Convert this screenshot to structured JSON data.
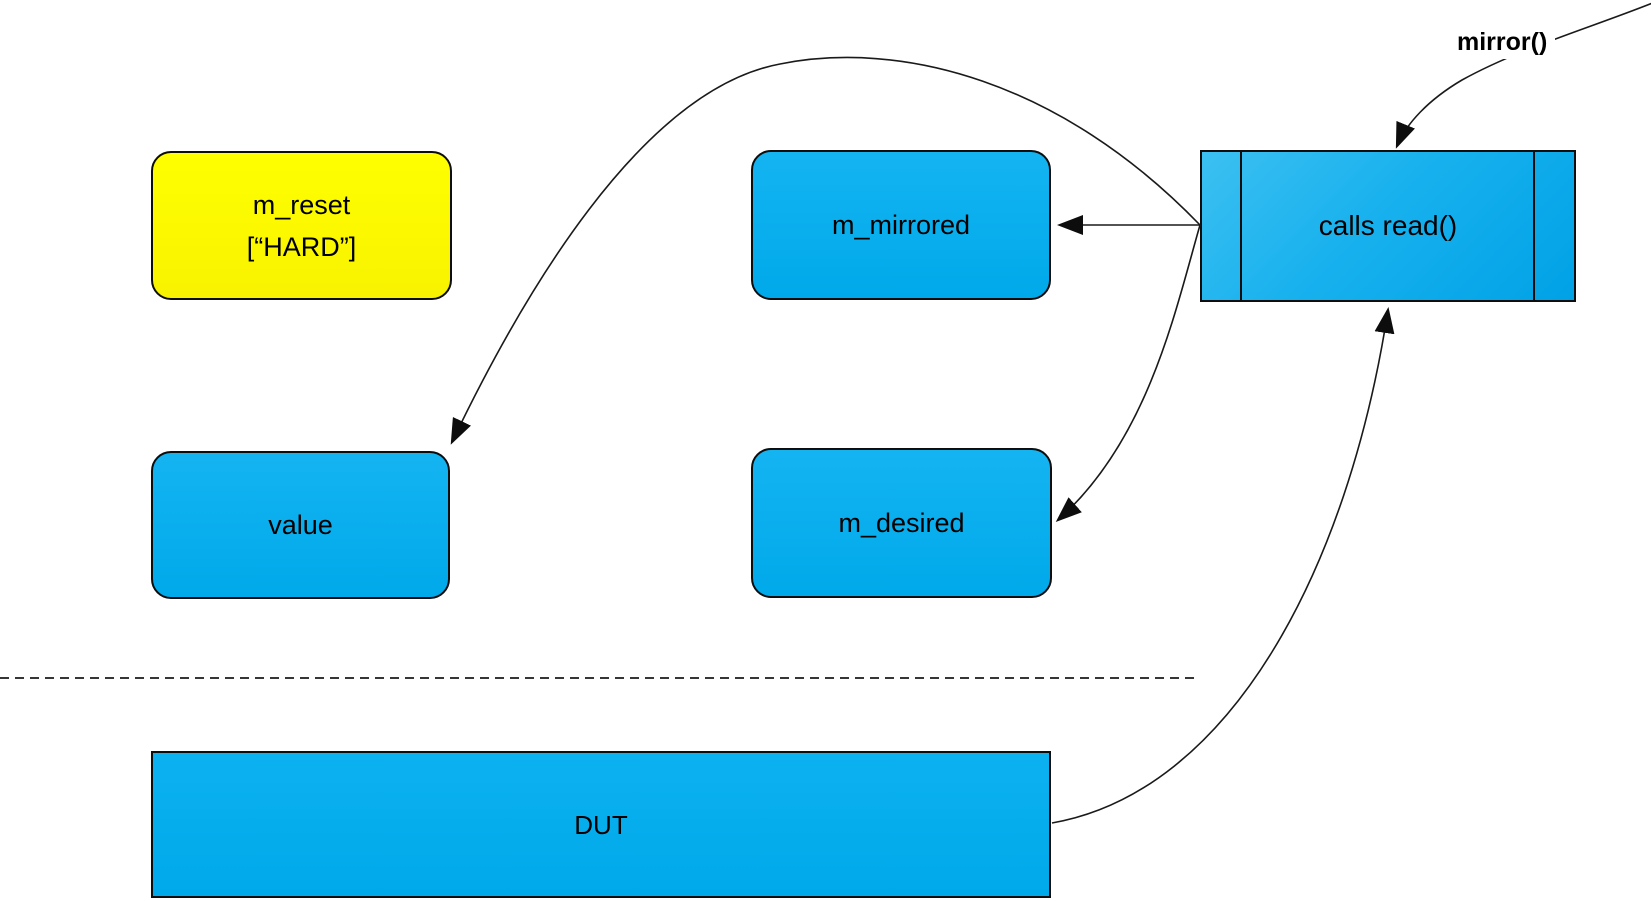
{
  "nodes": {
    "m_reset": {
      "line1": "m_reset",
      "line2": "[“HARD”]"
    },
    "m_mirrored": {
      "label": "m_mirrored"
    },
    "calls_read": {
      "label": "calls read()"
    },
    "value": {
      "label": "value"
    },
    "m_desired": {
      "label": "m_desired"
    },
    "dut": {
      "label": "DUT"
    }
  },
  "annotations": {
    "mirror_call": "mirror()"
  },
  "edges": [
    {
      "from": "calls_read",
      "to": "value",
      "style": "curved-arrow"
    },
    {
      "from": "calls_read",
      "to": "m_mirrored",
      "style": "straight-arrow"
    },
    {
      "from": "calls_read",
      "to": "m_desired",
      "style": "curved-arrow"
    },
    {
      "from": "dut",
      "to": "calls_read",
      "style": "curved-arrow"
    },
    {
      "from": "mirror_call",
      "to": "calls_read",
      "style": "curved-arrow"
    }
  ],
  "separator": {
    "style": "dashed-horizontal"
  },
  "colors": {
    "node_blue": "#00aeef",
    "node_yellow": "#ffff00",
    "line_black": "#1a1a1a",
    "text_black": "#000000"
  }
}
